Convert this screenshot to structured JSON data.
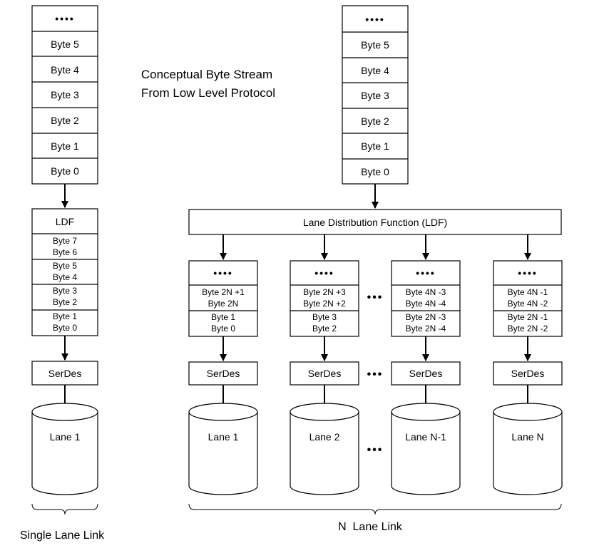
{
  "title": {
    "line1": "Conceptual Byte Stream",
    "line2": "From Low Level Protocol"
  },
  "ellipsis": "••••",
  "gap_dots": "•••",
  "single": {
    "stream": [
      "Byte 5",
      "Byte 4",
      "Byte 3",
      "Byte 2",
      "Byte 1",
      "Byte 0"
    ],
    "ldf_label": "LDF",
    "ldf_pairs": [
      [
        "Byte 7",
        "Byte 6"
      ],
      [
        "Byte 5",
        "Byte 4"
      ],
      [
        "Byte 3",
        "Byte 2"
      ],
      [
        "Byte 1",
        "Byte 0"
      ]
    ],
    "serdes": "SerDes",
    "lane": "Lane 1",
    "caption": "Single Lane Link"
  },
  "multi": {
    "stream": [
      "Byte 5",
      "Byte 4",
      "Byte 3",
      "Byte 2",
      "Byte 1",
      "Byte 0"
    ],
    "ldf_label": "Lane Distribution Function (LDF)",
    "lanes": [
      {
        "pairs": [
          [
            "Byte 2N +1",
            "Byte 2N"
          ],
          [
            "Byte 1",
            "Byte 0"
          ]
        ],
        "serdes": "SerDes",
        "lane": "Lane 1"
      },
      {
        "pairs": [
          [
            "Byte 2N +3",
            "Byte 2N +2"
          ],
          [
            "Byte 3",
            "Byte 2"
          ]
        ],
        "serdes": "SerDes",
        "lane": "Lane 2"
      },
      {
        "pairs": [
          [
            "Byte 4N -3",
            "Byte 4N -4"
          ],
          [
            "Byte 2N -3",
            "Byte 2N -4"
          ]
        ],
        "serdes": "SerDes",
        "lane": "Lane N-1"
      },
      {
        "pairs": [
          [
            "Byte 4N -1",
            "Byte 4N -2"
          ],
          [
            "Byte 2N -1",
            "Byte 2N -2"
          ]
        ],
        "serdes": "SerDes",
        "lane": "Lane N"
      }
    ],
    "caption": "N  Lane Link"
  }
}
